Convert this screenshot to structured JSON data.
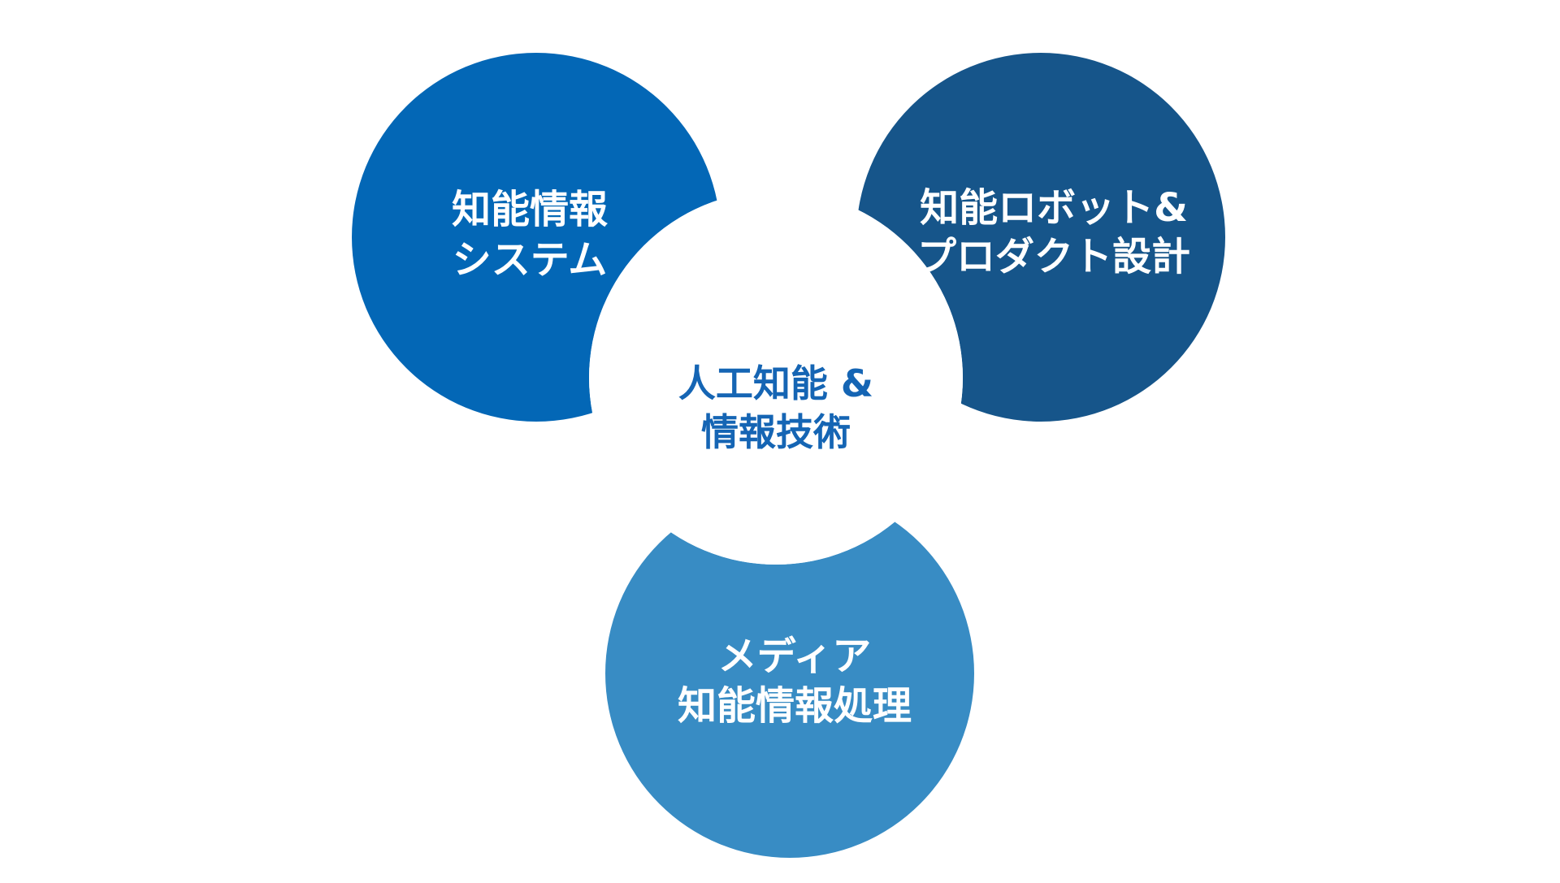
{
  "diagram": {
    "center": {
      "line1": "人工知能 &",
      "line2": "情報技術",
      "text_color": "#1565b4"
    },
    "top_left": {
      "line1": "知能情報",
      "line2": "システム",
      "color": "#0367b6"
    },
    "top_right": {
      "line1": "知能ロボット&",
      "line2": "プロダクト設計",
      "color": "#16558a"
    },
    "bottom": {
      "line1": "メディア",
      "line2": "知能情報処理",
      "color": "#388cc4"
    },
    "label_color": "#ffffff",
    "background": "#ffffff"
  }
}
